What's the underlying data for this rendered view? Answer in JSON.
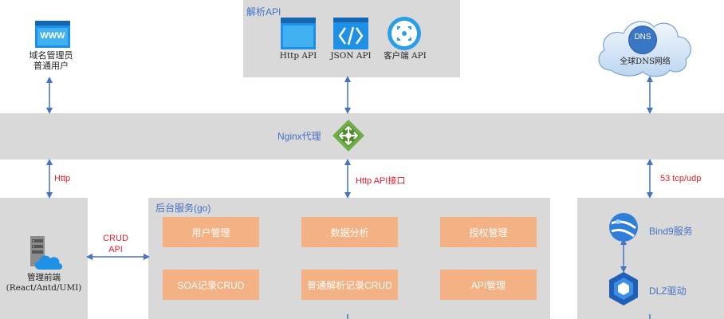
{
  "colors": {
    "panel_bg": "#d9d9d9",
    "module_bg": "#f4b183",
    "module_text": "#ffffff",
    "arrow": "#4472c4",
    "blue_text": "#4472c4",
    "red_text": "#e0202a",
    "nginx_green": "#70ad47"
  },
  "domain_admin": {
    "icon": "www-browser-icon",
    "badge": "WWW",
    "line1": "域名管理员",
    "line2": "普通用户"
  },
  "parse_api": {
    "title": "解析API",
    "items": [
      {
        "icon": "browser-window-icon",
        "label": "Http API"
      },
      {
        "icon": "code-brackets-icon",
        "label": "JSON API"
      },
      {
        "icon": "client-circle-icon",
        "label": "客户端 API"
      }
    ]
  },
  "dns": {
    "icon": "cloud-icon",
    "badge": "DNS",
    "label": "全球DNS网络"
  },
  "nginx": {
    "label": "Nginx代理",
    "icon": "nginx-diamond-icon"
  },
  "links": {
    "http": "Http",
    "http_api": "Http API接口",
    "tcp_udp": "53 tcp/udp",
    "crud_line1": "CRUD",
    "crud_line2": "API"
  },
  "frontend": {
    "icon": "server-cloud-icon",
    "line1": "管理前端",
    "line2": "(React/Antd/UMI)"
  },
  "backend": {
    "title": "后台服务(go)",
    "modules": [
      "用户管理",
      "数据分析",
      "授权管理",
      "SOA记录CRUD",
      "普通解析记录CRUD",
      "API管理"
    ]
  },
  "dns_side": {
    "bind9": {
      "icon": "bind9-sphere-icon",
      "label": "Bind9服务"
    },
    "dlz": {
      "icon": "dlz-hexagon-icon",
      "label": "DLZ驱动"
    }
  }
}
